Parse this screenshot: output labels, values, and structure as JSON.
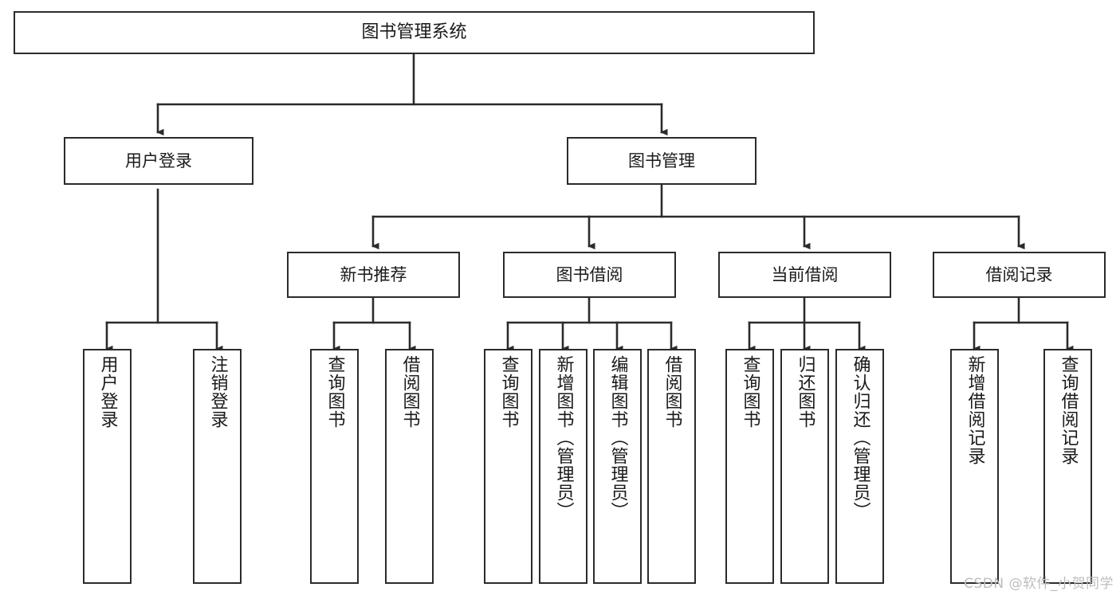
{
  "diagram": {
    "type": "tree",
    "title": "图书管理系统",
    "orientation": "top-down",
    "colors": {
      "stroke": "#2b2b2b",
      "fill": "#ffffff",
      "text": "#1a1a1a",
      "watermark": "#bdbdbd"
    },
    "watermark": "CSDN @软件_小贺同学",
    "nodes": {
      "root": {
        "label": "图书管理系统"
      },
      "level1": [
        {
          "label": "用户登录"
        },
        {
          "label": "图书管理"
        }
      ],
      "level2": [
        {
          "label": "新书推荐"
        },
        {
          "label": "图书借阅"
        },
        {
          "label": "当前借阅"
        },
        {
          "label": "借阅记录"
        }
      ],
      "leaves": {
        "user_login": [
          {
            "label": "用户登录"
          },
          {
            "label": "注销登录"
          }
        ],
        "new_book_recommend": [
          {
            "label": "查询图书"
          },
          {
            "label": "借阅图书"
          }
        ],
        "book_borrow": [
          {
            "label": "查询图书"
          },
          {
            "label": "新增图书（管理员）"
          },
          {
            "label": "编辑图书（管理员）"
          },
          {
            "label": "借阅图书"
          }
        ],
        "current_borrow": [
          {
            "label": "查询图书"
          },
          {
            "label": "归还图书"
          },
          {
            "label": "确认归还（管理员）"
          }
        ],
        "borrow_record": [
          {
            "label": "新增借阅记录"
          },
          {
            "label": "查询借阅记录"
          }
        ]
      }
    }
  }
}
